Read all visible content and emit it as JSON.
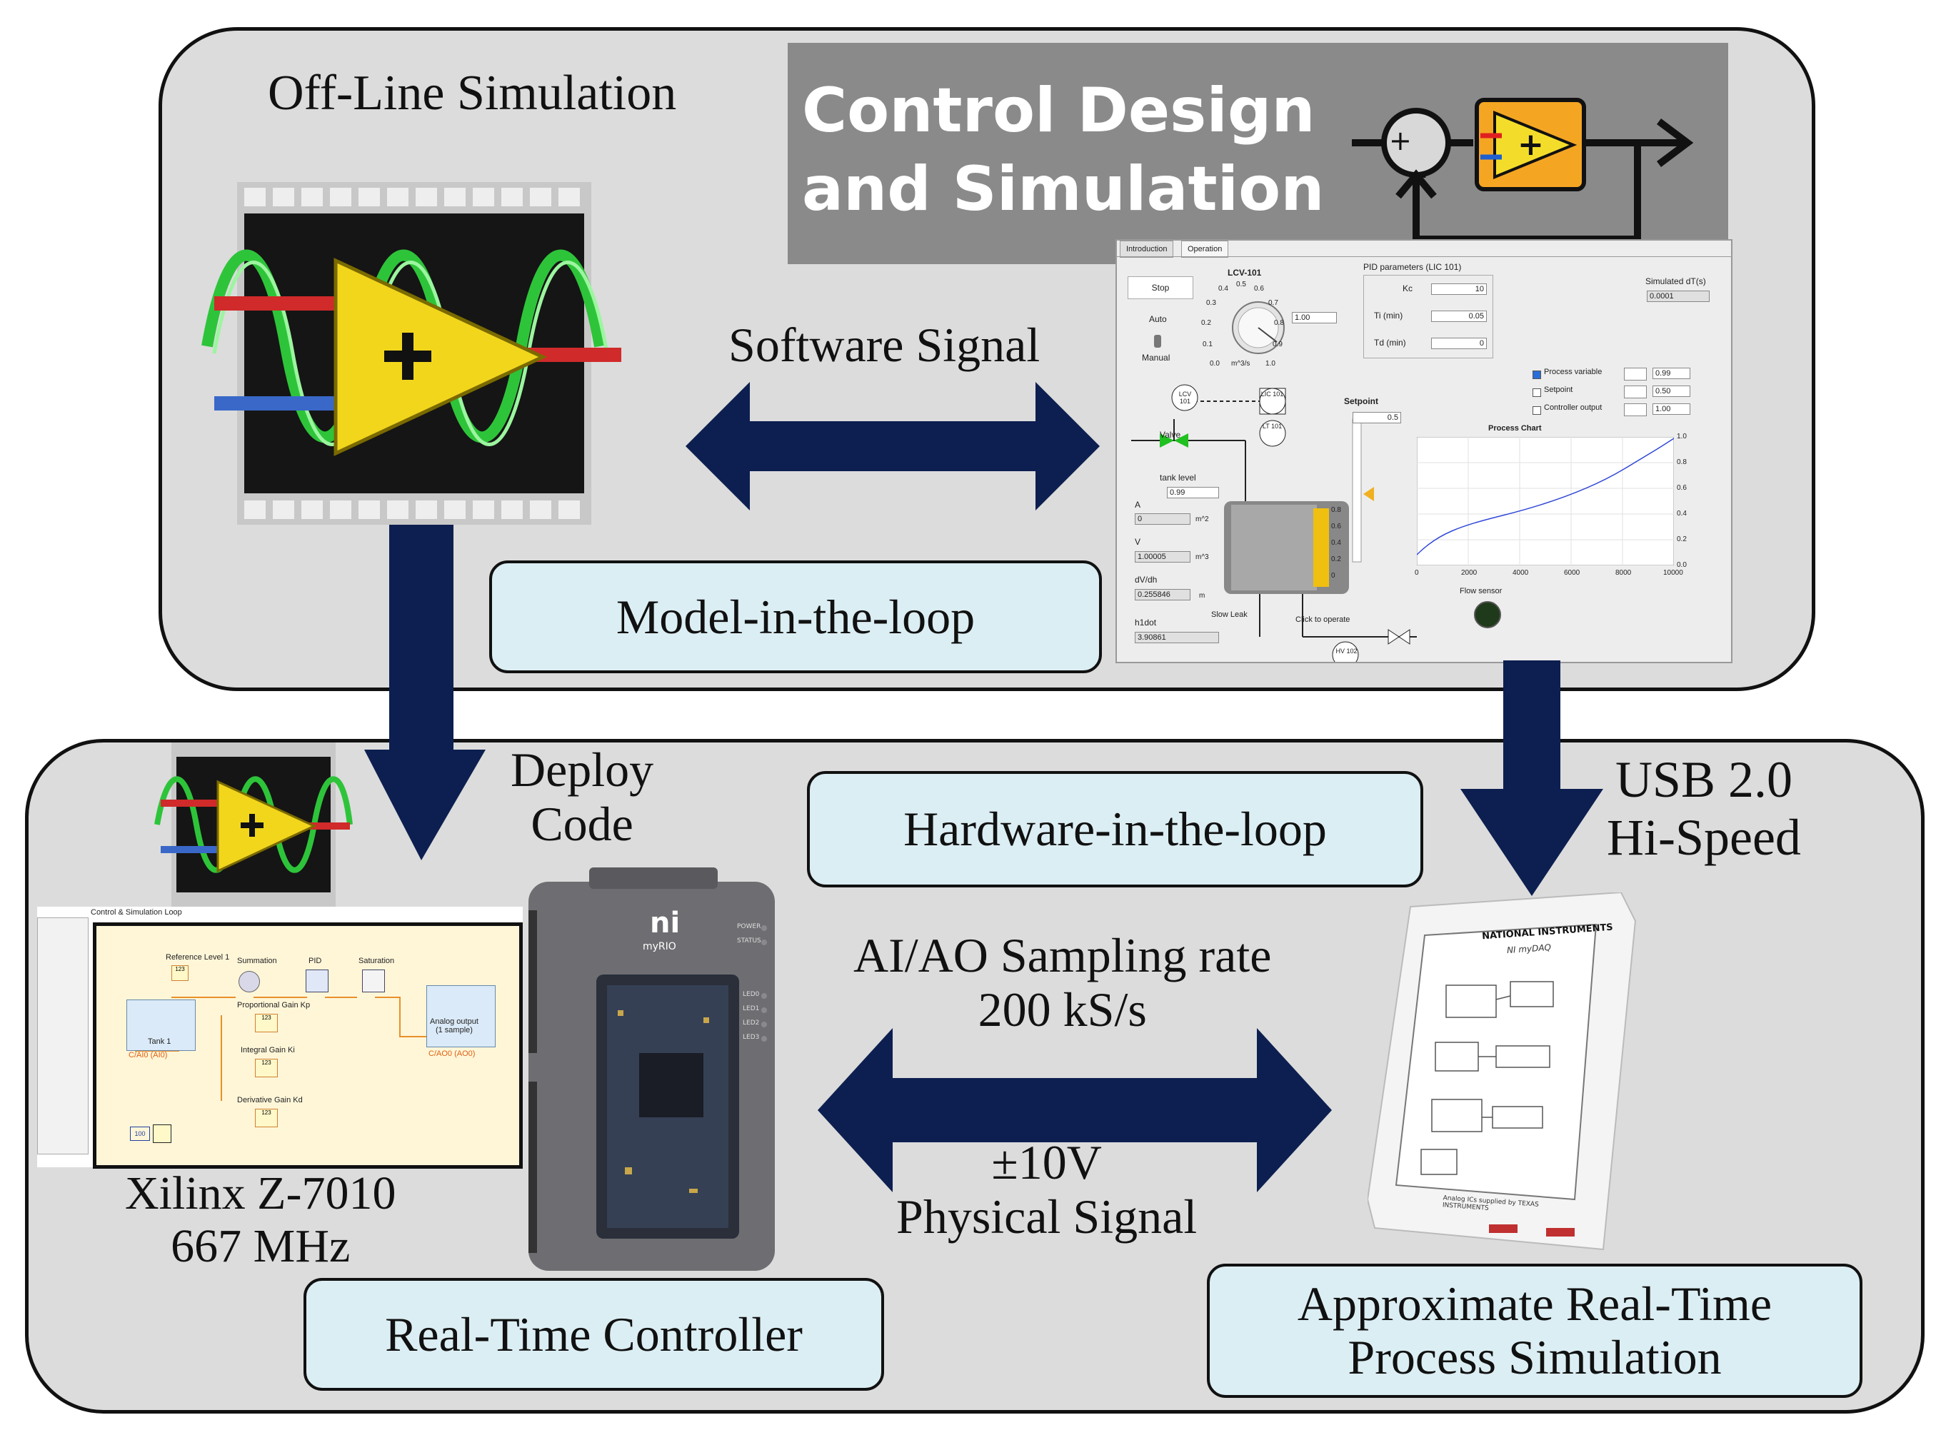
{
  "offline_section": {
    "title": "Off-Line Simulation",
    "banner_line1": "Control Design",
    "banner_line2": "and Simulation",
    "software_signal": "Software Signal",
    "model_in_loop": "Model-in-the-loop"
  },
  "front_panel": {
    "tab_intro": "Introduction",
    "tab_operation": "Operation",
    "stop": "Stop",
    "auto": "Auto",
    "manual": "Manual",
    "lcv_title": "LCV-101",
    "knob_value": "1.00",
    "knob_unit": "m^3/s",
    "pid_title": "PID parameters (LIC 101)",
    "kc_label": "Kc",
    "kc_value": "10",
    "ti_label": "Ti (min)",
    "ti_value": "0.05",
    "td_label": "Td (min)",
    "td_value": "0",
    "sim_dt_label": "Simulated dT(s)",
    "sim_dt_value": "0.0001",
    "lcv_tag": "LCV 101",
    "lic_tag": "LIC 101",
    "lt_tag": "LT 101",
    "valve_label": "Valve",
    "setpoint_label": "Setpoint",
    "setpoint_value": "0.5",
    "tank_level_label": "tank level",
    "tank_level_value": "0.99",
    "a_label": "A",
    "a_value": "0",
    "a_unit": "m^2",
    "v_label": "V",
    "v_value": "1.00005",
    "v_unit": "m^3",
    "dvdh_label": "dV/dh",
    "dvdh_value": "0.255846",
    "dvdh_unit": "m",
    "h1dot_label": "h1dot",
    "h1dot_value": "3.90861",
    "slow_leak": "Slow Leak",
    "click_operate": "Click to operate",
    "hv_tag": "HV 102",
    "flow_sensor": "Flow sensor",
    "legend_pv": "Process variable",
    "legend_pv_value": "0.99",
    "legend_sp": "Setpoint",
    "legend_sp_value": "0.50",
    "legend_co": "Controller output",
    "legend_co_value": "1.00",
    "chart_title": "Process Chart",
    "chart_x_ticks": [
      "0",
      "2000",
      "4000",
      "6000",
      "8000",
      "10000"
    ],
    "chart_y_ticks": [
      "1.0",
      "0.8",
      "0.6",
      "0.4",
      "0.2",
      "0.0"
    ],
    "knob_ticks": [
      "0.0",
      "0.1",
      "0.2",
      "0.3",
      "0.4",
      "0.5",
      "0.6",
      "0.7",
      "0.8",
      "0.9",
      "1.0"
    ],
    "tank_ticks": [
      "0.8",
      "0.6",
      "0.4",
      "0.2",
      "0"
    ]
  },
  "realtime_section": {
    "deploy_code": "Deploy\nCode",
    "hardware_in_loop": "Hardware-in-the-loop",
    "usb": "USB 2.0\nHi-Speed",
    "sampling": "AI/AO Sampling rate\n200 kS/s",
    "physical": "±10V\nPhysical Signal",
    "xilinx": "Xilinx Z-7010\n667 MHz",
    "rt_controller": "Real-Time Controller",
    "approx_sim": "Approximate Real-Time\nProcess Simulation"
  },
  "block_diagram": {
    "loop_title": "Control & Simulation Loop",
    "reference": "Reference Level 1",
    "summation": "Summation",
    "pid": "PID",
    "saturation": "Saturation",
    "prop_gain": "Proportional Gain Kp",
    "integral_gain": "Integral Gain Ki",
    "deriv_gain": "Derivative Gain Kd",
    "tank": "Tank 1",
    "tank_io": "C/AI0 (AI0)",
    "analog_out": "Analog output\n(1 sample)",
    "analog_io": "C/AO0 (AO0)",
    "wait_value": "100",
    "dbl": "123"
  },
  "device": {
    "myrio_logo": "ni",
    "myrio_name": "myRIO",
    "myrio_leds": [
      "POWER",
      "STATUS",
      "LED0",
      "LED1",
      "LED2",
      "LED3"
    ],
    "mydaq_brand": "NATIONAL INSTRUMENTS",
    "mydaq_name": "NI myDAQ",
    "mydaq_ti": "Analog ICs supplied by TEXAS INSTRUMENTS"
  },
  "colors": {
    "arrow": "#0d1f50",
    "panel": "#dcdcdc",
    "box": "#dbeef3",
    "banner": "#8a8a8a"
  }
}
